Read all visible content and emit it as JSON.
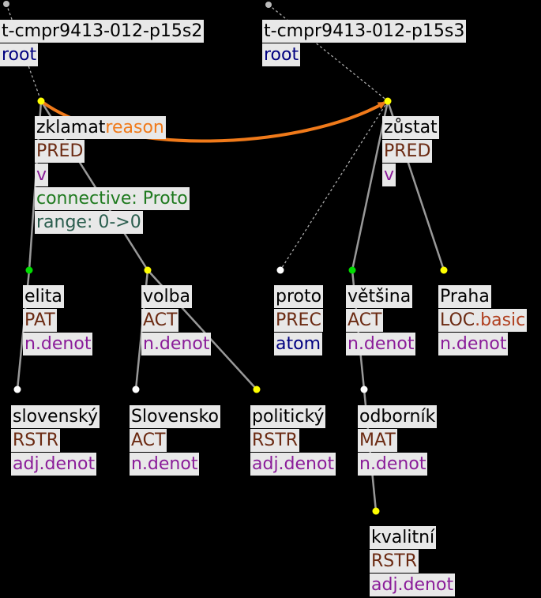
{
  "trees": [
    {
      "id": "t-cmpr9413-012-p15s2",
      "root": "root"
    },
    {
      "id": "t-cmpr9413-012-p15s3",
      "root": "root"
    }
  ],
  "nodes": {
    "zklamat": {
      "lemma": "zklamat",
      "coref": "reason",
      "functor": "PRED",
      "type": "v",
      "connective": "connective: Proto",
      "range": "range: 0->0"
    },
    "elita": {
      "lemma": "elita",
      "functor": "PAT",
      "type": "n.denot"
    },
    "volba": {
      "lemma": "volba",
      "functor": "ACT",
      "type": "n.denot"
    },
    "slovensky": {
      "lemma": "slovenský",
      "functor": "RSTR",
      "type": "adj.denot"
    },
    "slovensko": {
      "lemma": "Slovensko",
      "functor": "ACT",
      "type": "n.denot"
    },
    "politicky": {
      "lemma": "politický",
      "functor": "RSTR",
      "type": "adj.denot"
    },
    "zustat": {
      "lemma": "zůstat",
      "functor": "PRED",
      "type": "v"
    },
    "proto": {
      "lemma": "proto",
      "functor": "PREC",
      "type": "atom"
    },
    "vetsina": {
      "lemma": "většina",
      "functor": "ACT",
      "type": "n.denot"
    },
    "praha": {
      "lemma": "Praha",
      "functor": "LOC",
      "functor_suffix": ".basic",
      "type": "n.denot"
    },
    "odbornik": {
      "lemma": "odborník",
      "functor": "MAT",
      "type": "n.denot"
    },
    "kvalitni": {
      "lemma": "kvalitní",
      "functor": "RSTR",
      "type": "adj.denot"
    }
  },
  "colors": {
    "node_yellow": "#ffff00",
    "node_green": "#00dd00",
    "node_white": "#ffffff",
    "edge": "#999999",
    "coref_arrow": "#f07a1a",
    "label_bg": "#e8e8e8"
  }
}
